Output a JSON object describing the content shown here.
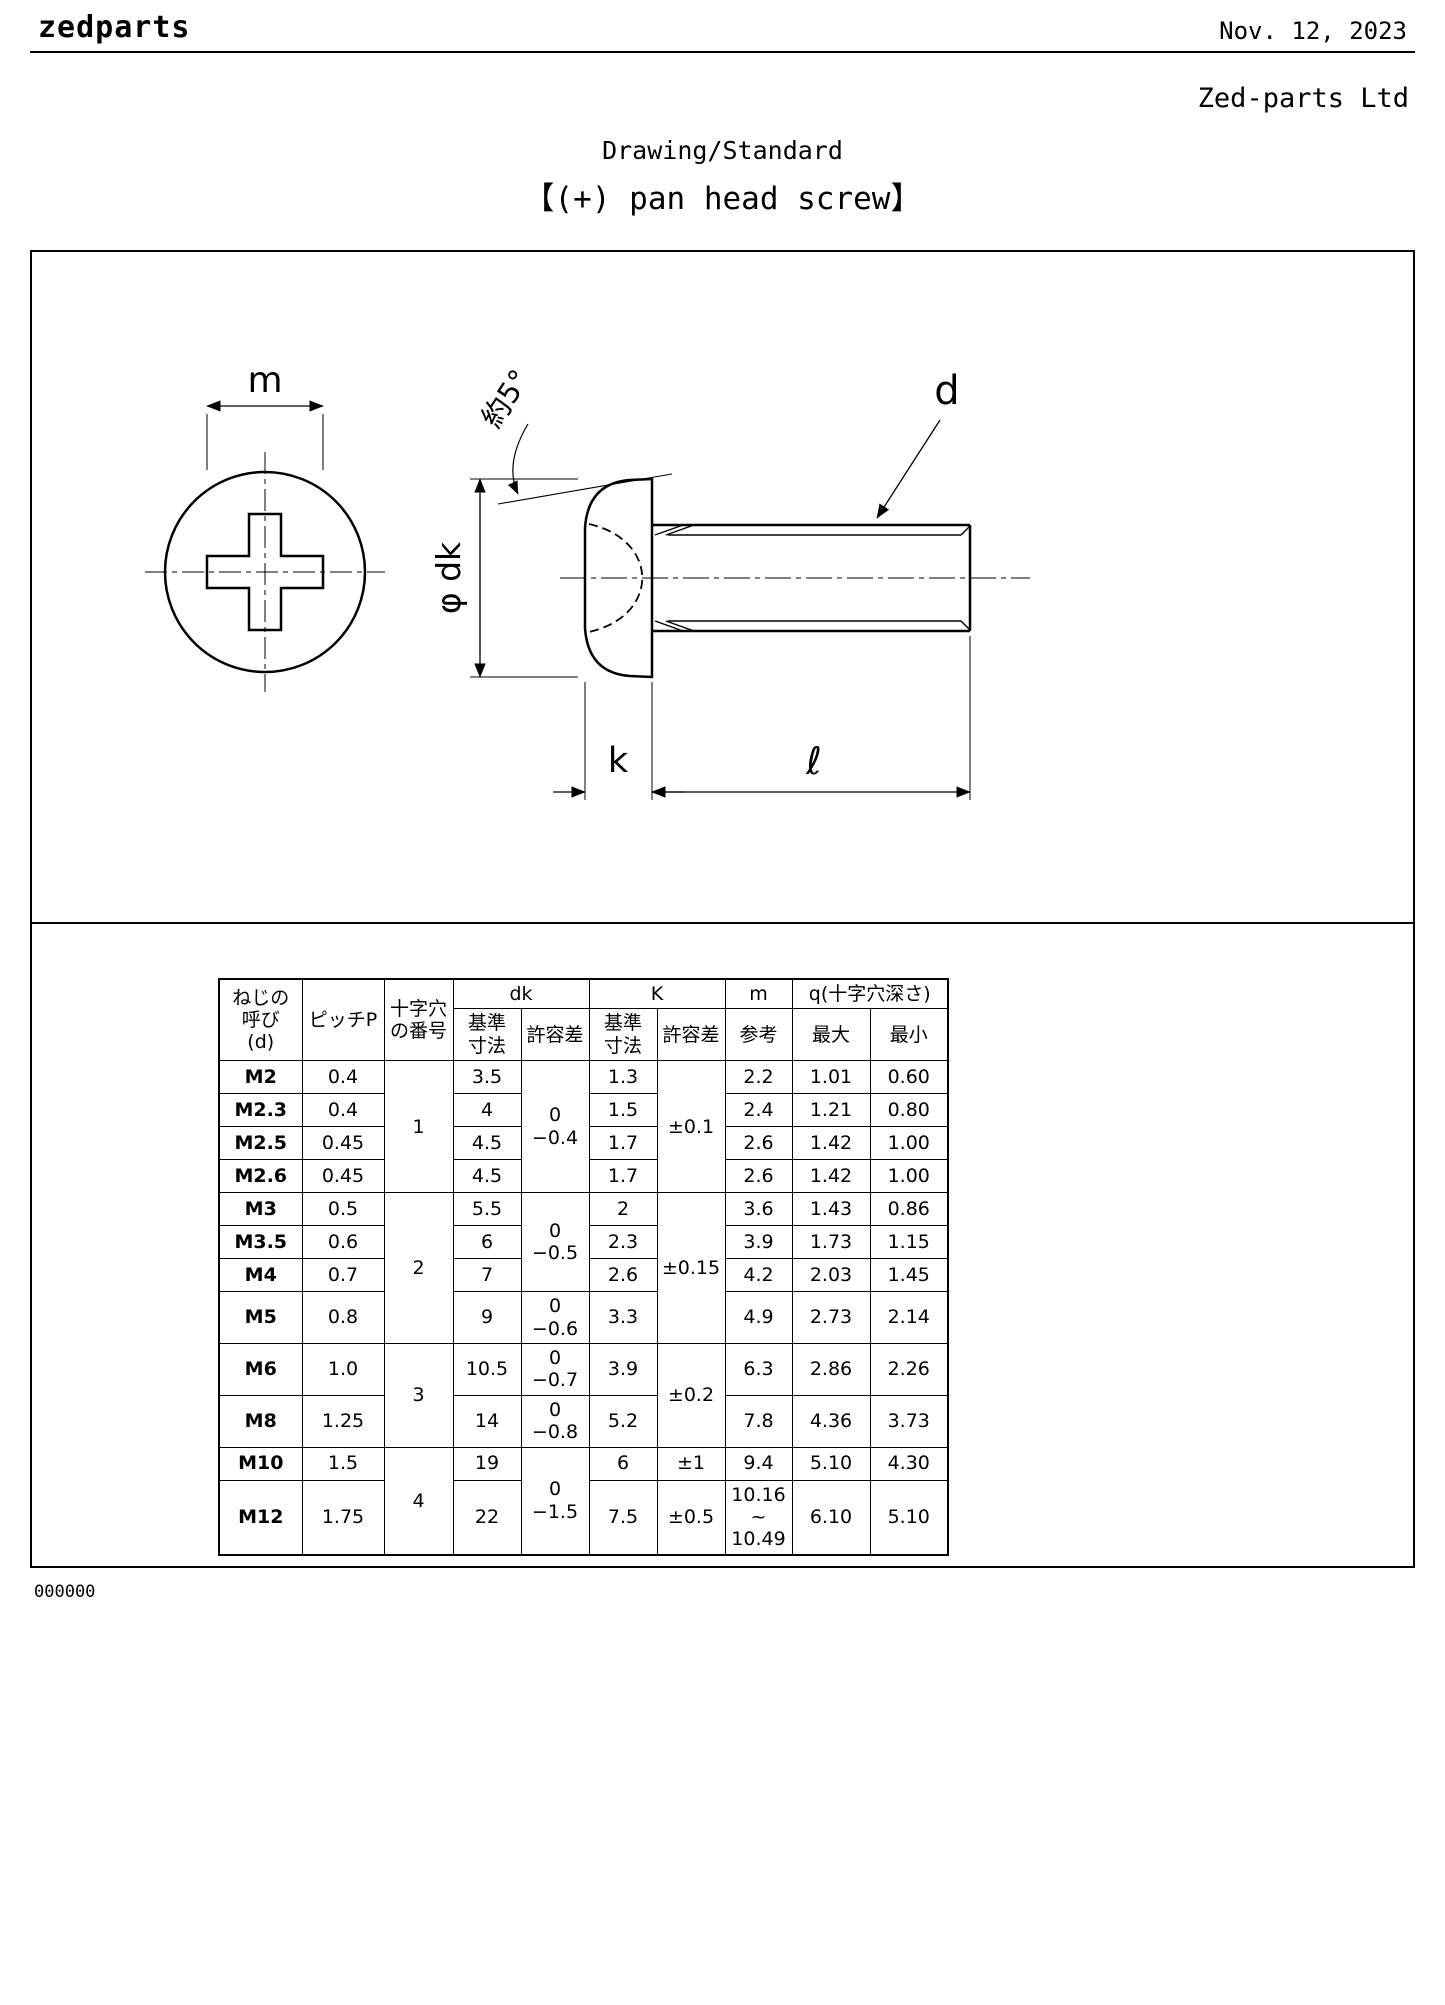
{
  "page": {
    "brand": "zedparts",
    "date": "Nov. 12, 2023",
    "company": "Zed-parts Ltd",
    "doc_type": "Drawing/Standard",
    "doc_title": "【(+) pan head screw】",
    "doc_number": "000000"
  },
  "drawing": {
    "labels": {
      "m": "m",
      "angle": "約5°",
      "dk": "φ dk",
      "d": "d",
      "k": "k",
      "l": "ℓ"
    }
  },
  "table": {
    "header": {
      "row1": [
        {
          "text": "ねじの\n呼び\n(d)",
          "rowspan": 2
        },
        {
          "text": "ピッチP",
          "rowspan": 2
        },
        {
          "text": "十字穴\nの番号",
          "rowspan": 2
        },
        {
          "text": "dk",
          "colspan": 2
        },
        {
          "text": "K",
          "colspan": 2
        },
        {
          "text": "m"
        },
        {
          "text": "q(十字穴深さ)",
          "colspan": 2
        }
      ],
      "row2": [
        {
          "text": "基準\n寸法"
        },
        {
          "text": "許容差"
        },
        {
          "text": "基準\n寸法"
        },
        {
          "text": "許容差"
        },
        {
          "text": "参考"
        },
        {
          "text": "最大"
        },
        {
          "text": "最小"
        }
      ]
    },
    "rows": [
      [
        "M2",
        "0.4",
        {
          "text": "1",
          "rowspan": 4
        },
        "3.5",
        {
          "text": "0\n−0.4",
          "rowspan": 4
        },
        "1.3",
        {
          "text": "±0.1",
          "rowspan": 4
        },
        "2.2",
        "1.01",
        "0.60"
      ],
      [
        "M2.3",
        "0.4",
        null,
        "4",
        null,
        "1.5",
        null,
        "2.4",
        "1.21",
        "0.80"
      ],
      [
        "M2.5",
        "0.45",
        null,
        "4.5",
        null,
        "1.7",
        null,
        "2.6",
        "1.42",
        "1.00"
      ],
      [
        "M2.6",
        "0.45",
        null,
        "4.5",
        null,
        "1.7",
        null,
        "2.6",
        "1.42",
        "1.00"
      ],
      [
        "M3",
        "0.5",
        {
          "text": "2",
          "rowspan": 4
        },
        "5.5",
        {
          "text": "0\n−0.5",
          "rowspan": 3
        },
        "2",
        {
          "text": "±0.15",
          "rowspan": 4
        },
        "3.6",
        "1.43",
        "0.86"
      ],
      [
        "M3.5",
        "0.6",
        null,
        "6",
        null,
        "2.3",
        null,
        "3.9",
        "1.73",
        "1.15"
      ],
      [
        "M4",
        "0.7",
        null,
        "7",
        null,
        "2.6",
        null,
        "4.2",
        "2.03",
        "1.45"
      ],
      [
        "M5",
        "0.8",
        null,
        "9",
        {
          "text": "0\n−0.6"
        },
        "3.3",
        null,
        "4.9",
        "2.73",
        "2.14"
      ],
      [
        "M6",
        "1.0",
        {
          "text": "3",
          "rowspan": 2
        },
        "10.5",
        {
          "text": "0\n−0.7"
        },
        "3.9",
        {
          "text": "±0.2",
          "rowspan": 2
        },
        "6.3",
        "2.86",
        "2.26"
      ],
      [
        "M8",
        "1.25",
        null,
        "14",
        {
          "text": "0\n−0.8"
        },
        "5.2",
        null,
        "7.8",
        "4.36",
        "3.73"
      ],
      [
        "M10",
        "1.5",
        {
          "text": "4",
          "rowspan": 2
        },
        "19",
        {
          "text": "0\n−1.5",
          "rowspan": 2
        },
        "6",
        {
          "text": "±1"
        },
        "9.4",
        "5.10",
        "4.30"
      ],
      [
        "M12",
        "1.75",
        null,
        "22",
        null,
        "7.5",
        {
          "text": "±0.5"
        },
        "10.16\n~\n10.49",
        "6.10",
        "5.10"
      ]
    ]
  }
}
